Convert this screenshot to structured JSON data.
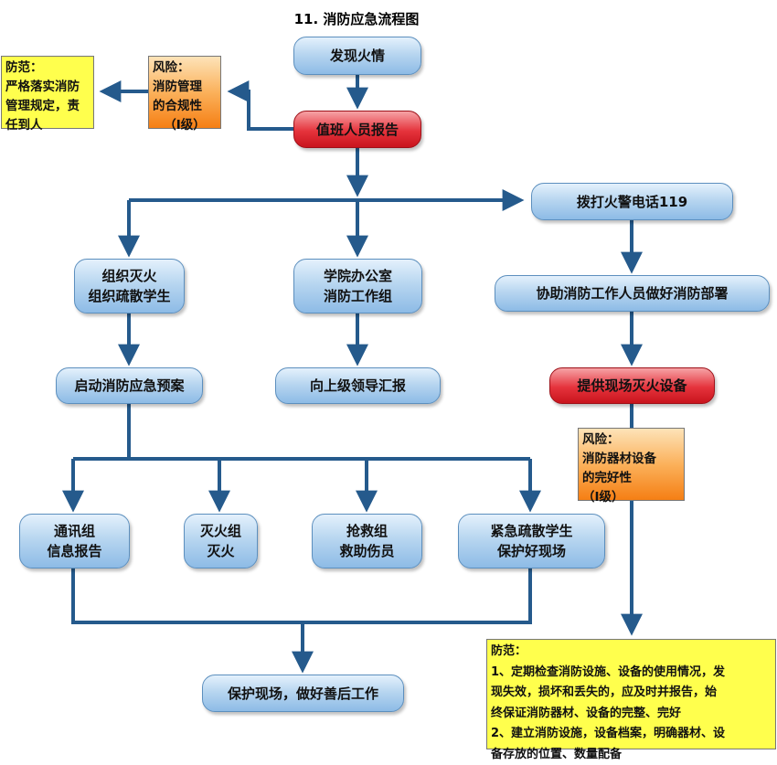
{
  "title": "11. 消防应急流程图",
  "nodes": {
    "discover_fire": "发现火情",
    "duty_report": "值班人员报告",
    "call_119": "拨打火警电话119",
    "organize_line1": "组织灭火",
    "organize_line2": "组织疏散学生",
    "office_line1": "学院办公室",
    "office_line2": "消防工作组",
    "assist_firefighters": "协助消防工作人员做好消防部署",
    "start_plan": "启动消防应急预案",
    "report_superior": "向上级领导汇报",
    "provide_equipment": "提供现场灭火设备",
    "comm_line1": "通讯组",
    "comm_line2": "信息报告",
    "fire_line1": "灭火组",
    "fire_line2": "灭火",
    "rescue_line1": "抢救组",
    "rescue_line2": "救助伤员",
    "evac_line1": "紧急疏散学生",
    "evac_line2": "保护好现场",
    "protect_scene": "保护现场，做好善后工作"
  },
  "risk_top": {
    "heading": "风险：",
    "line1": "消防管理",
    "line2": "的合规性",
    "level": "（I级）"
  },
  "prevent_top": {
    "heading": "防范：",
    "line1": "严格落实消防",
    "line2": "管理规定，责",
    "line3": "任到人"
  },
  "risk_right": {
    "heading": "风险：",
    "line1": "消防器材设备",
    "line2": "的完好性",
    "level": "（I级）"
  },
  "prevent_bottom": {
    "heading": "防范：",
    "line1": "1、定期检查消防设施、设备的使用情况，发",
    "line2": "现失效，损坏和丢失的，应及时并报告，始",
    "line3": "终保证消防器材、设备的完整、完好",
    "line4": "2、建立消防设施，设备档案，明确器材、设",
    "line5": "备存放的位置、数量配备"
  },
  "colors": {
    "connector": "#255a8c",
    "node_blue": "#a7cbec",
    "node_red": "#e3262f",
    "risk_orange": "#f8951d",
    "prevent_yellow": "#ffff4d"
  }
}
